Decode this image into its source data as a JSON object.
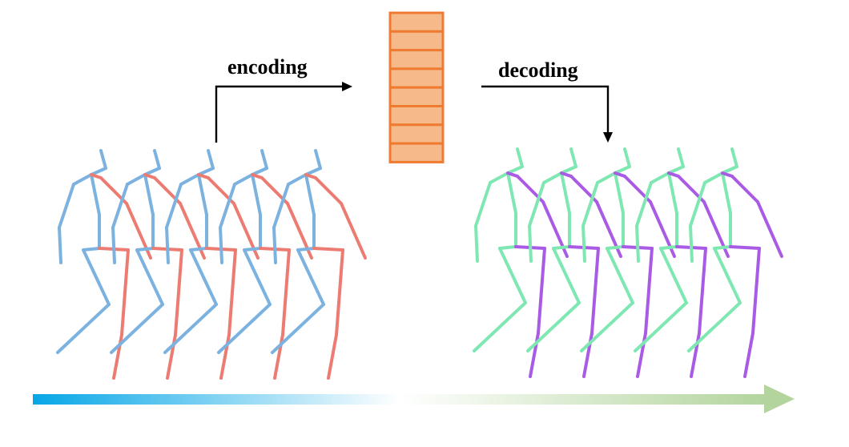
{
  "labels": {
    "encoding": "encoding",
    "decoding": "decoding"
  },
  "colors": {
    "input_left_limbs": "#7cb2e0",
    "input_right_limbs": "#ec7b72",
    "output_left_limbs": "#7fe8b2",
    "output_right_limbs": "#a95be6",
    "latent_fill": "#f6b98a",
    "latent_border": "#ef7a32",
    "arrow": "#000000",
    "timeline_start": "#06a6e6",
    "timeline_mid": "#ffffff",
    "timeline_end": "#b3d59d"
  },
  "icons": {
    "latent_code": "stacked-rectangles",
    "timeline": "time-arrow"
  },
  "latent": {
    "cells": 8
  },
  "input_sequence": {
    "poses": 5
  },
  "output_sequence": {
    "poses": 5
  }
}
